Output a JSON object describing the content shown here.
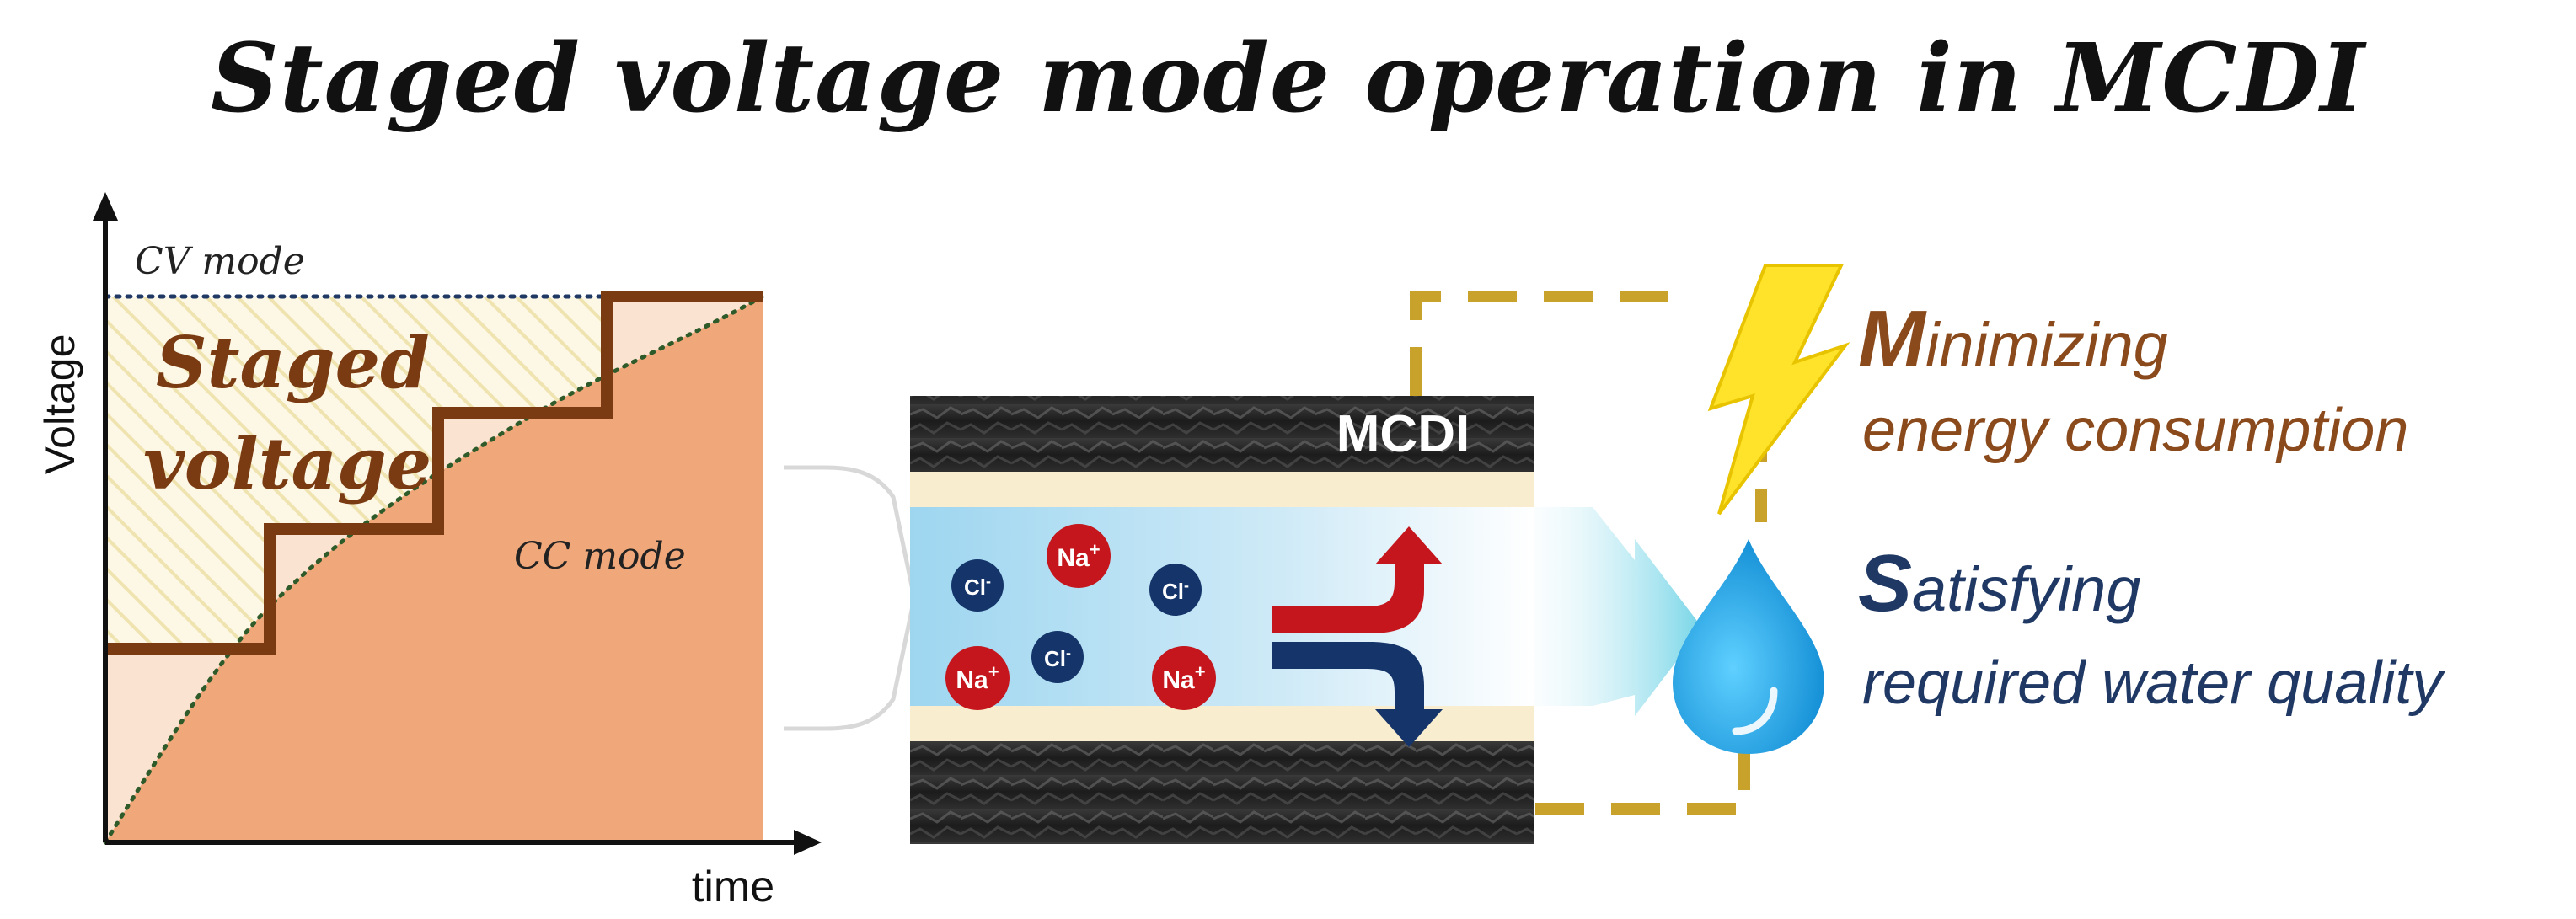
{
  "title": "Staged voltage mode operation in MCDI",
  "plot": {
    "y_axis_label": "Voltage",
    "x_axis_label": "time",
    "cv_label": "CV mode",
    "cc_label": "CC mode",
    "staged_label_line1": "Staged",
    "staged_label_line2": "voltage"
  },
  "cell": {
    "label": "MCDI",
    "ions": {
      "chloride": "Cl",
      "sodium": "Na",
      "minus": "-",
      "plus": "+"
    }
  },
  "goals": [
    {
      "initial": "M",
      "rest": "inimizing",
      "line2": "energy consumption",
      "color": "#8a4a1c"
    },
    {
      "initial": "S",
      "rest": "atisfying",
      "line2": "required water quality",
      "color": "#1f3864"
    }
  ],
  "colors": {
    "staged_line": "#7a3b12",
    "cc_fill": "#f0a87a",
    "region_fill": "#fbe3d2",
    "hatch_fill": "#fdf7e6",
    "chloride": "#14346a",
    "sodium": "#c4161c",
    "feedback": "#c8a22a",
    "water": "#1a9fe0",
    "lightning": "#ffe32a"
  }
}
